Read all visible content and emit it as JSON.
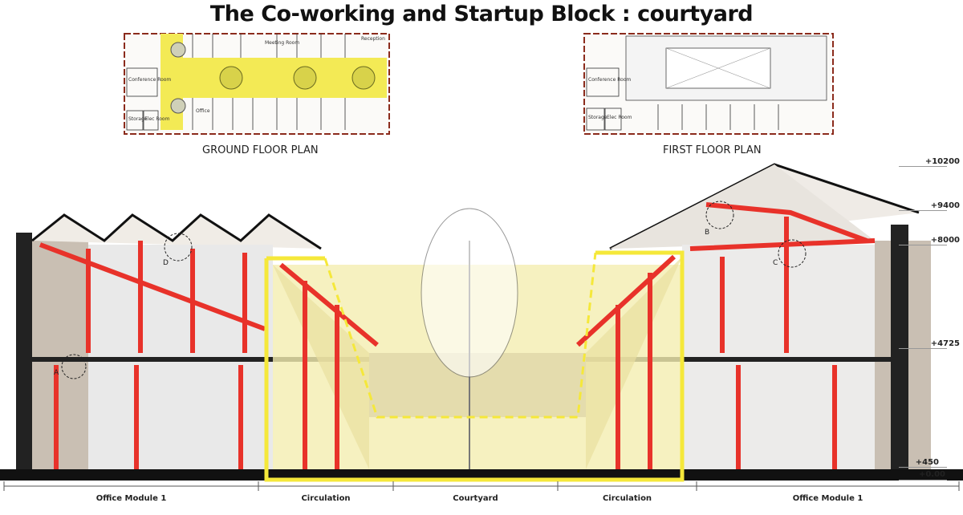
{
  "title": "The Co-working and Startup Block : courtyard",
  "plans": {
    "ground": {
      "label": "GROUND FLOOR PLAN",
      "rooms": [
        "Conference Room",
        "Storage",
        "Elec Room",
        "Office",
        "Meeting Room",
        "Reception"
      ]
    },
    "first": {
      "label": "FIRST FLOOR PLAN",
      "rooms": [
        "Conference Room",
        "Storage",
        "Elec Room"
      ]
    }
  },
  "section": {
    "levels": [
      "+10200",
      "+9400",
      "+8000",
      "+4725",
      "+450",
      "+0.00"
    ],
    "callouts": [
      "A",
      "B",
      "C",
      "D"
    ],
    "zones": [
      "Office Module 1",
      "Circulation",
      "Courtyard",
      "Circulation",
      "Office Module 1"
    ]
  },
  "colors": {
    "steel": "#e8322a",
    "highlight": "#f5e83a",
    "brick": "#b8a99a"
  }
}
